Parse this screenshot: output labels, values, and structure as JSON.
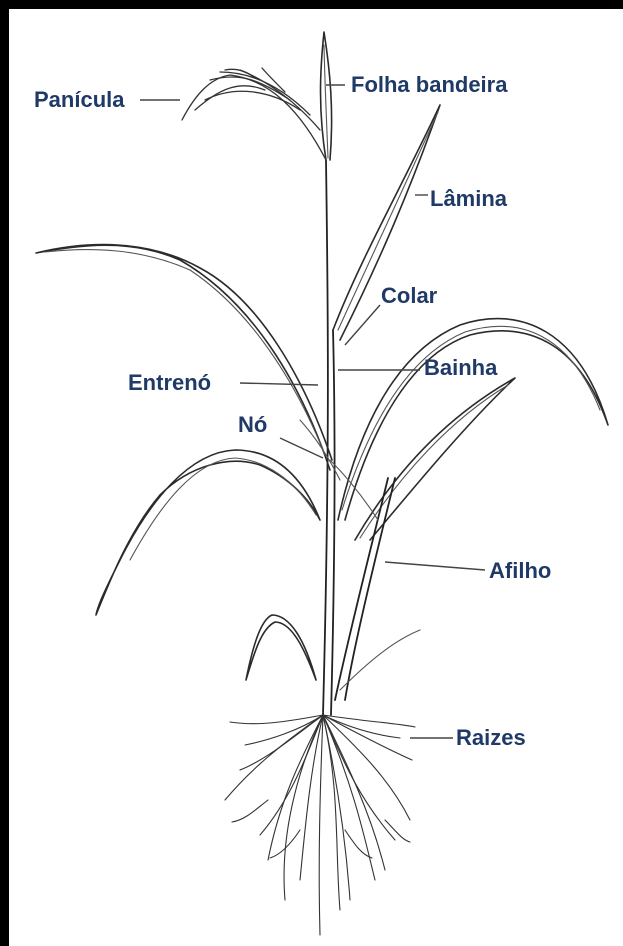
{
  "diagram": {
    "labels": {
      "panicula": "Panícula",
      "folha_bandeira": "Folha bandeira",
      "lamina": "Lâmina",
      "colar": "Colar",
      "entreno": "Entrenó",
      "bainha": "Bainha",
      "no": "Nó",
      "afilho": "Afilho",
      "raizes": "Raizes"
    },
    "colors": {
      "label": "#1f3a66",
      "frame": "#000000",
      "line": "#2b2b2b"
    }
  }
}
